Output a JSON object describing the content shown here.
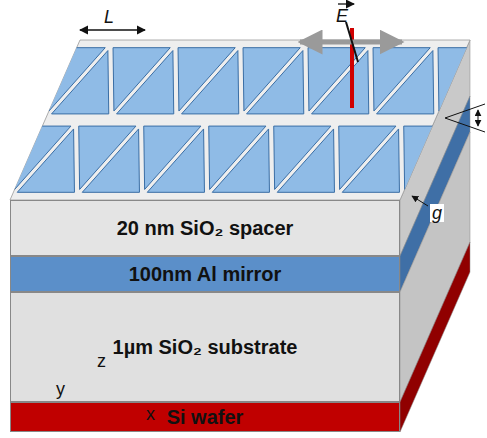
{
  "diagram": {
    "nodes": [
      {
        "text": [
          "20 nm SiO₂ spacer"
        ]
      },
      {
        "text": [
          "100nm Al mirror"
        ]
      },
      {
        "text": [
          "1µm SiO₂ substrate"
        ]
      },
      {
        "text": [
          "Si wafer"
        ]
      }
    ],
    "labels": [
      "L",
      "E",
      "g",
      "z",
      "y",
      "x"
    ]
  }
}
